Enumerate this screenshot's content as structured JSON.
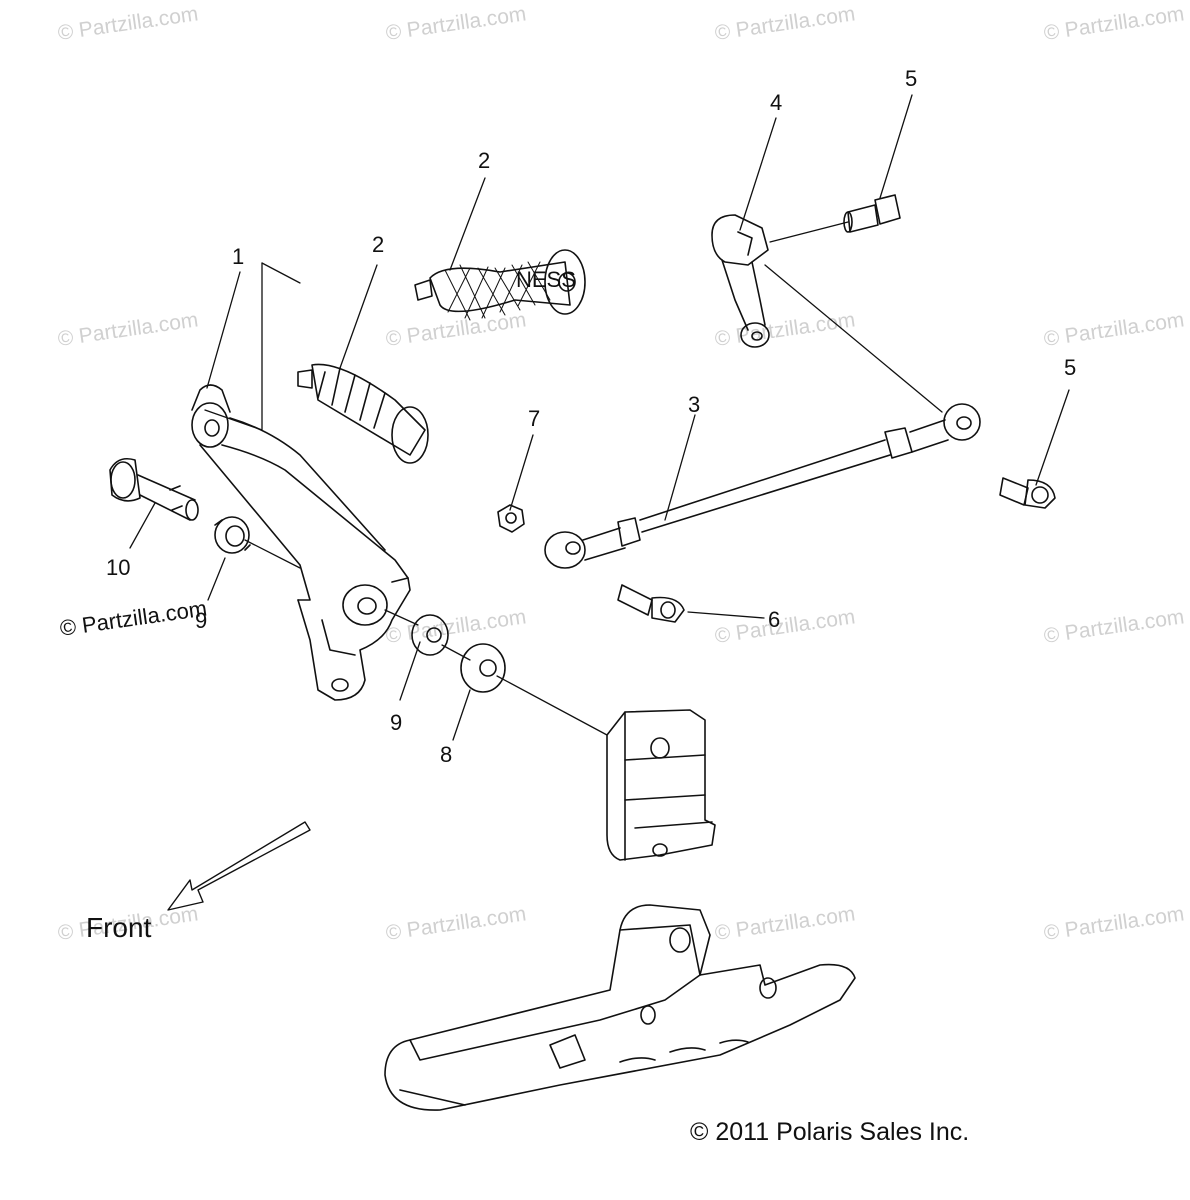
{
  "watermark": "© Partzilla.com",
  "callouts": [
    "1",
    "2",
    "2",
    "3",
    "4",
    "5",
    "5",
    "6",
    "7",
    "8",
    "9",
    "9",
    "10"
  ],
  "ness_label": "NESS",
  "front_label": "Front",
  "copyright": "© 2011 Polaris Sales Inc.",
  "colors": {
    "line": "#111111",
    "watermark": "#d0d0d0",
    "background": "#ffffff"
  },
  "icons": [
    "front-direction-arrow-icon"
  ]
}
